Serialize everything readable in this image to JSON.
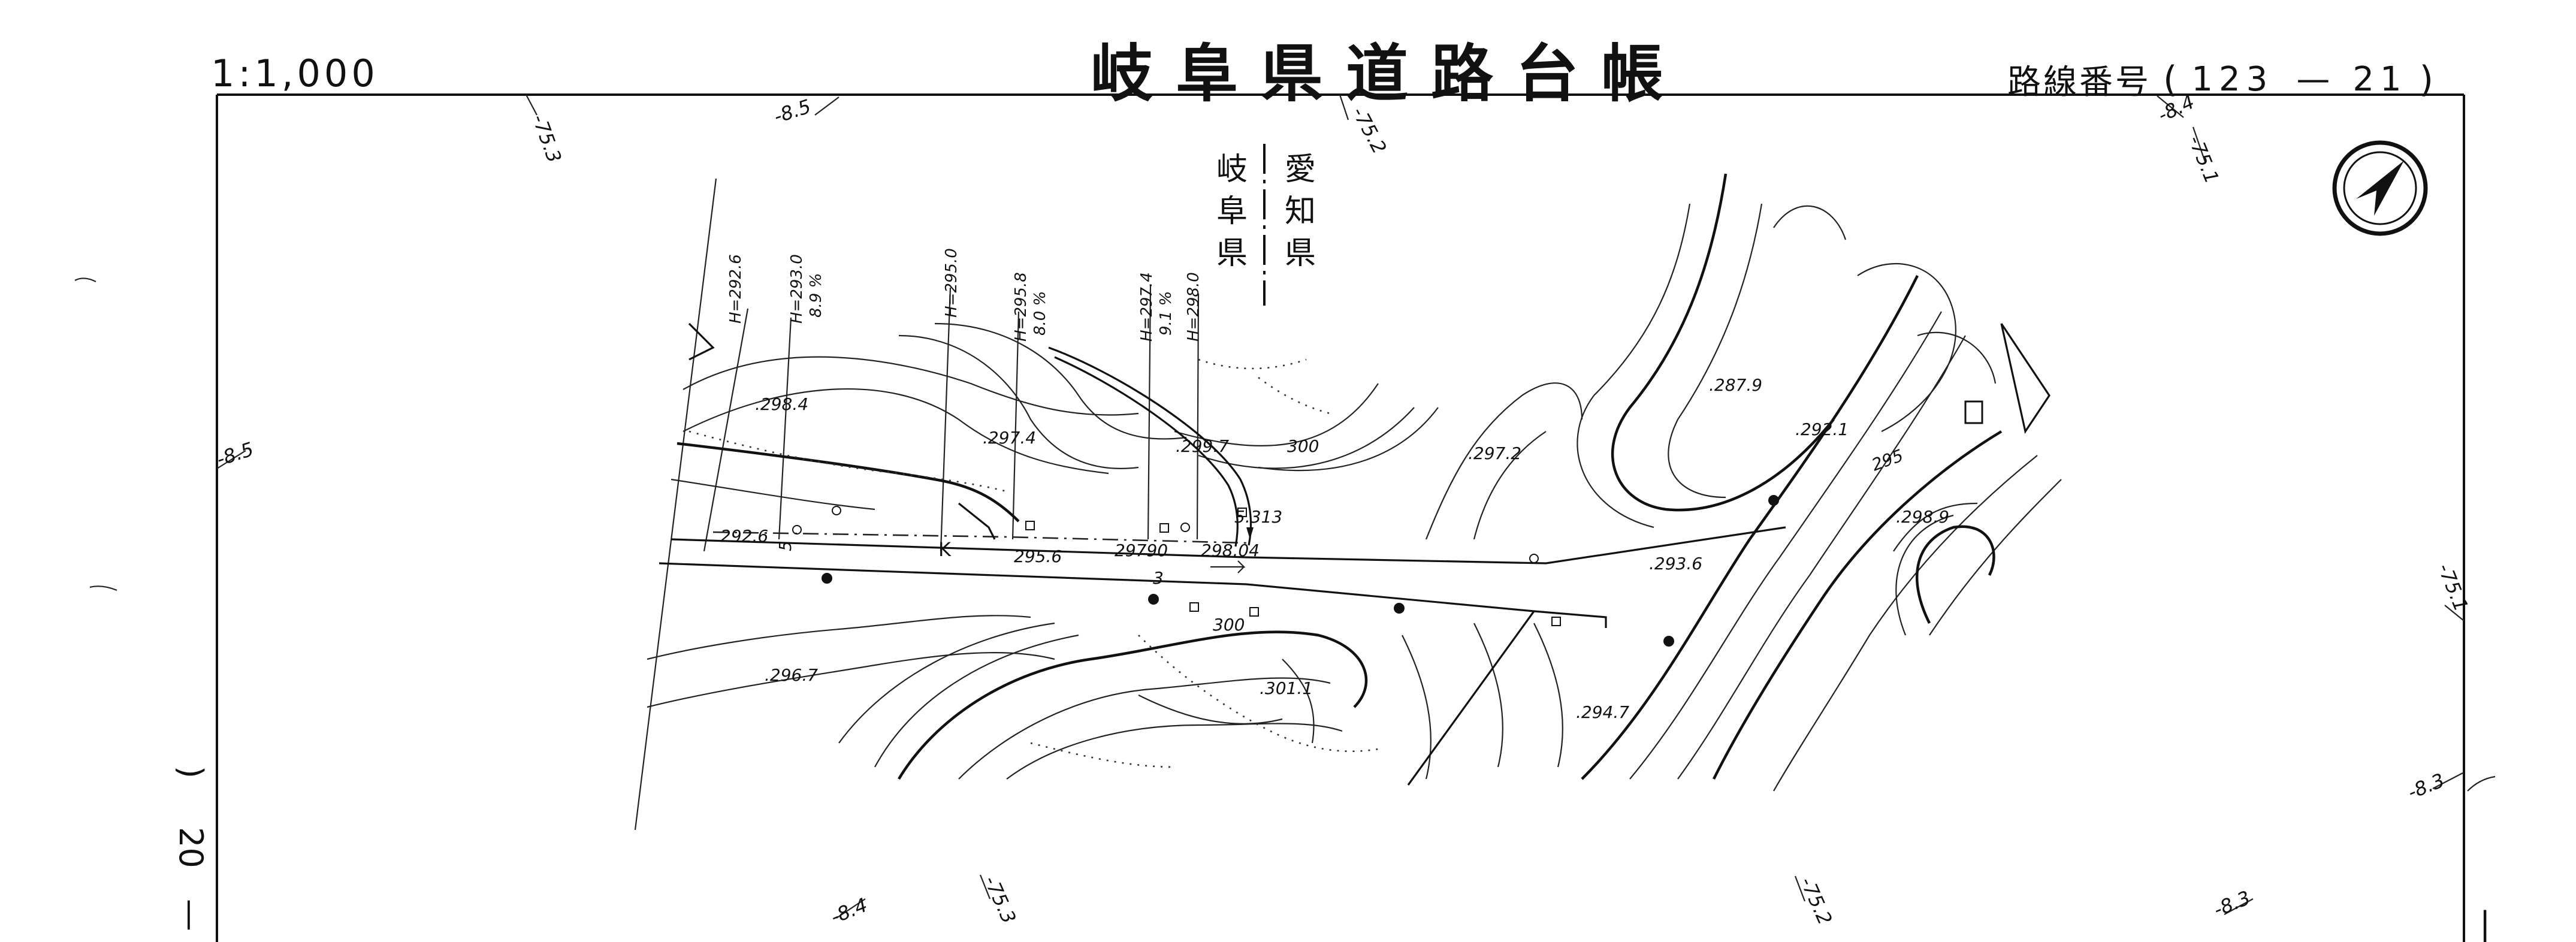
{
  "header": {
    "scale": "1:1,000",
    "title": "岐阜県道路台帳",
    "route_label": "路線番号",
    "route_open": "(",
    "route_number": "123",
    "route_dash": "—",
    "route_sub": "21",
    "route_close": ")"
  },
  "sheet_refs": {
    "top_1": "-75.3",
    "top_2": "-8.5",
    "top_3": "-75.2",
    "top_4": "-8.4",
    "top_5": "-75.1",
    "left_1": "-8.5",
    "right_1": "-75.1",
    "right_2": "-8.3",
    "bottom_1": "-8.4",
    "bottom_2": "-75.3",
    "bottom_3": "-75.2",
    "bottom_4": "-8.3"
  },
  "prefectures": {
    "gifu": [
      "岐",
      "阜",
      "県"
    ],
    "aichi": [
      "愛",
      "知",
      "県"
    ]
  },
  "elevations": [
    ".298.4",
    ".297.4",
    ".299.7",
    "300",
    ".297.2",
    ".287.9",
    ".292.1",
    "295",
    ".298.9",
    "292.6",
    "5.313",
    "295.6",
    "29790",
    "298.04",
    "3",
    "300",
    ".293.6",
    ".296.7",
    ".301.1",
    ".294.7",
    "K",
    "5"
  ],
  "section_labels": [
    "H=292.6",
    "H=293.0",
    "8.9 %",
    "H=295.0",
    "H=295.8",
    "8.0 %",
    "H=297.4",
    "9.1 %",
    "H=298.0"
  ],
  "side_marks": {
    "left_paren": ")",
    "left_num": "20",
    "left_dash": "—",
    "right_bar": "|"
  }
}
